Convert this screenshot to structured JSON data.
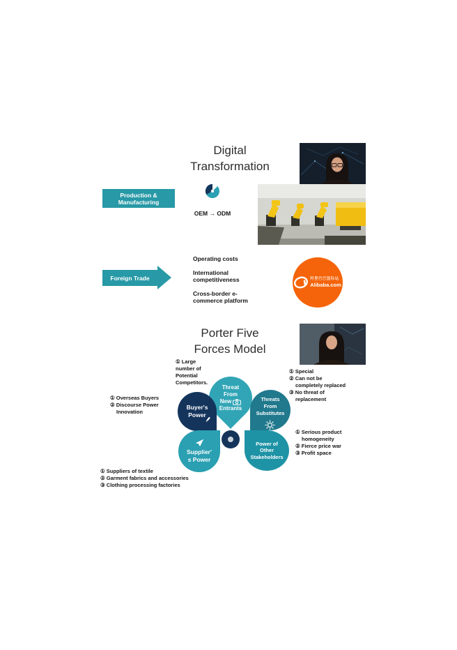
{
  "colors": {
    "teal": "#2899A6",
    "petal_teal_light": "#31A5B6",
    "petal_teal_dark": "#20798D",
    "navy": "#14345C",
    "orange": "#F5640A"
  },
  "icons": [
    "webcam-video",
    "pie-chart-icon",
    "factory-robots-image",
    "arrow-right-shape",
    "alibaba-logo-icon",
    "camera-icon",
    "gear-icon",
    "paper-plane-icon",
    "pencil-icon"
  ],
  "slide1": {
    "title": [
      "Digital",
      "Transformation"
    ],
    "production_box": [
      "Production &",
      "Manufacturing"
    ],
    "oem_label": "OEM → ODM",
    "foreign_trade_label": "Foreign Trade",
    "bullets": [
      "Operating costs",
      "International competitiveness",
      "Cross-border e-commerce platform"
    ]
  },
  "alibaba": {
    "cn": "阿里巴巴国际站",
    "en": "Alibaba.com"
  },
  "slide2": {
    "title": [
      "Porter Five",
      "Forces Model"
    ],
    "petals": {
      "new_entrants": [
        "Threat",
        "From",
        "New",
        "Entrants"
      ],
      "substitutes": [
        "Threats",
        "From",
        "Substitutes"
      ],
      "buyers": [
        "Buyer's",
        "Power"
      ],
      "suppliers": [
        "Supplier'",
        "s Power"
      ],
      "stakeholders": [
        "Power of",
        "Other",
        "Stakeholders"
      ]
    },
    "annotations": {
      "new_entrants": [
        "① Large",
        "number of",
        "Potential",
        "Competitors."
      ],
      "substitutes": [
        "① Special",
        "② Can not be",
        "completely replaced",
        "③ No threat of",
        "replacement"
      ],
      "buyers": [
        "① Overseas Buyers",
        "② Discourse Power",
        "Innovation"
      ],
      "stakeholders": [
        "① Serious product",
        "homogeneity",
        "② Fierce price war",
        "③ Profit space"
      ],
      "suppliers": [
        "① Suppliers of textile",
        "② Garment fabrics and accessories",
        "③ Clothing processing factories"
      ]
    }
  }
}
